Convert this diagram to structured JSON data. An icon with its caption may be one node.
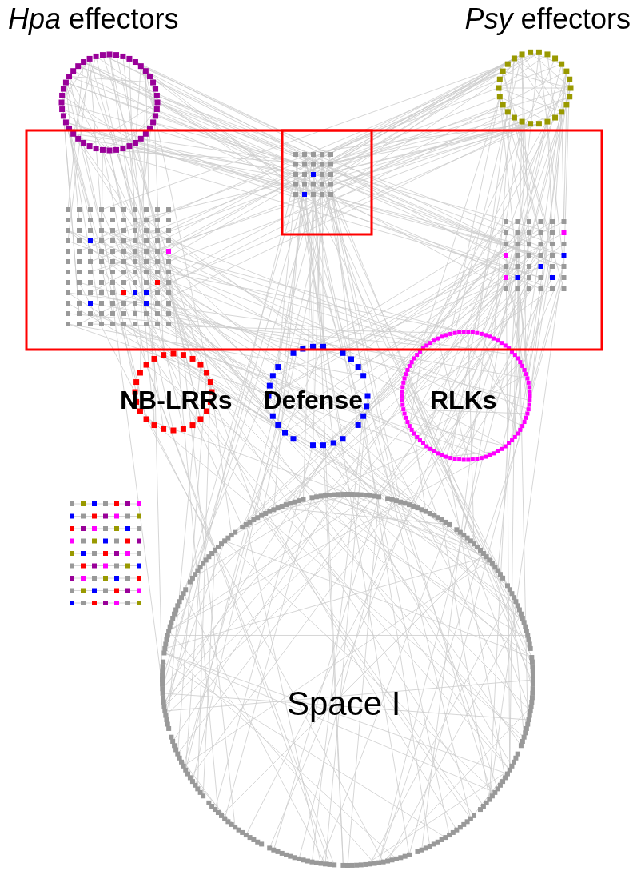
{
  "diagram": {
    "labels": [
      "*Hpa* effectors",
      "*Psy* effectors",
      "NB-LRRs",
      "Defense",
      "RLKs",
      "Space I"
    ]
  }
}
